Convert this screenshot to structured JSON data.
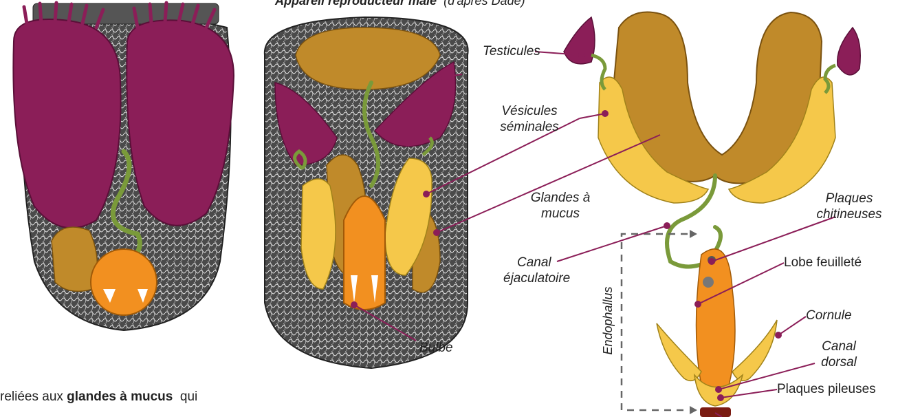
{
  "title": {
    "main": "Appareil reproducteur mâle",
    "source": "(d'après Dade)"
  },
  "paragraph": {
    "line1_start": "reliées aux",
    "line1_bold": "glandes à mucus",
    "line1_end": "qui"
  },
  "labels": {
    "testicules": "Testicules",
    "vesicules_1": "Vésicules",
    "vesicules_2": "séminales",
    "glandes_1": "Glandes à",
    "glandes_2": "mucus",
    "canal_ejac_1": "Canal",
    "canal_ejac_2": "éjaculatoire",
    "bulbe": "Bulbe",
    "plaques_chit_1": "Plaques",
    "plaques_chit_2": "chitineuses",
    "lobe": "Lobe feuilleté",
    "cornule": "Cornule",
    "canal_dorsal_1": "Canal",
    "canal_dorsal_2": "dorsal",
    "plaques_pileuses": "Plaques pileuses",
    "endophallus": "Endophallus"
  },
  "colors": {
    "testis": "#8b1e58",
    "vesicle": "#f5c84a",
    "mucus_gland": "#c08a2a",
    "duct": "#7a9a3a",
    "bulb": "#f29020",
    "leader": "#8b1e58",
    "dashed": "#666666"
  }
}
